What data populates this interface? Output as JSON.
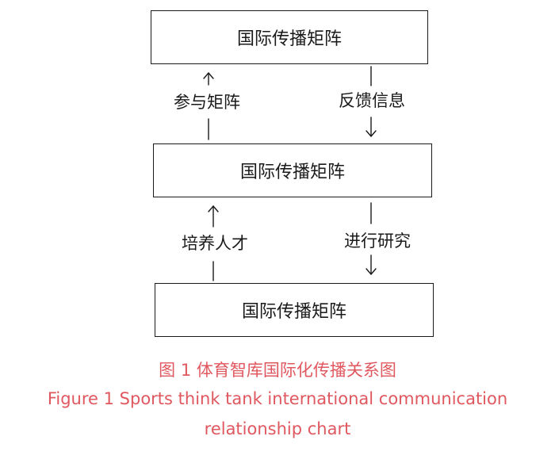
{
  "diagram": {
    "boxes": {
      "top": "国际传播矩阵",
      "middle": "国际传播矩阵",
      "bottom": "国际传播矩阵"
    },
    "labels": {
      "participate": "参与矩阵",
      "feedback": "反馈信息",
      "train": "培养人才",
      "research": "进行研究"
    }
  },
  "caption": {
    "cn": "图 1  体育智库国际化传播关系图",
    "en_line1": "Figure 1  Sports think tank international communication",
    "en_line2": "relationship chart"
  },
  "colors": {
    "ink": "#1a1a1a",
    "caption": "#e0585f"
  }
}
